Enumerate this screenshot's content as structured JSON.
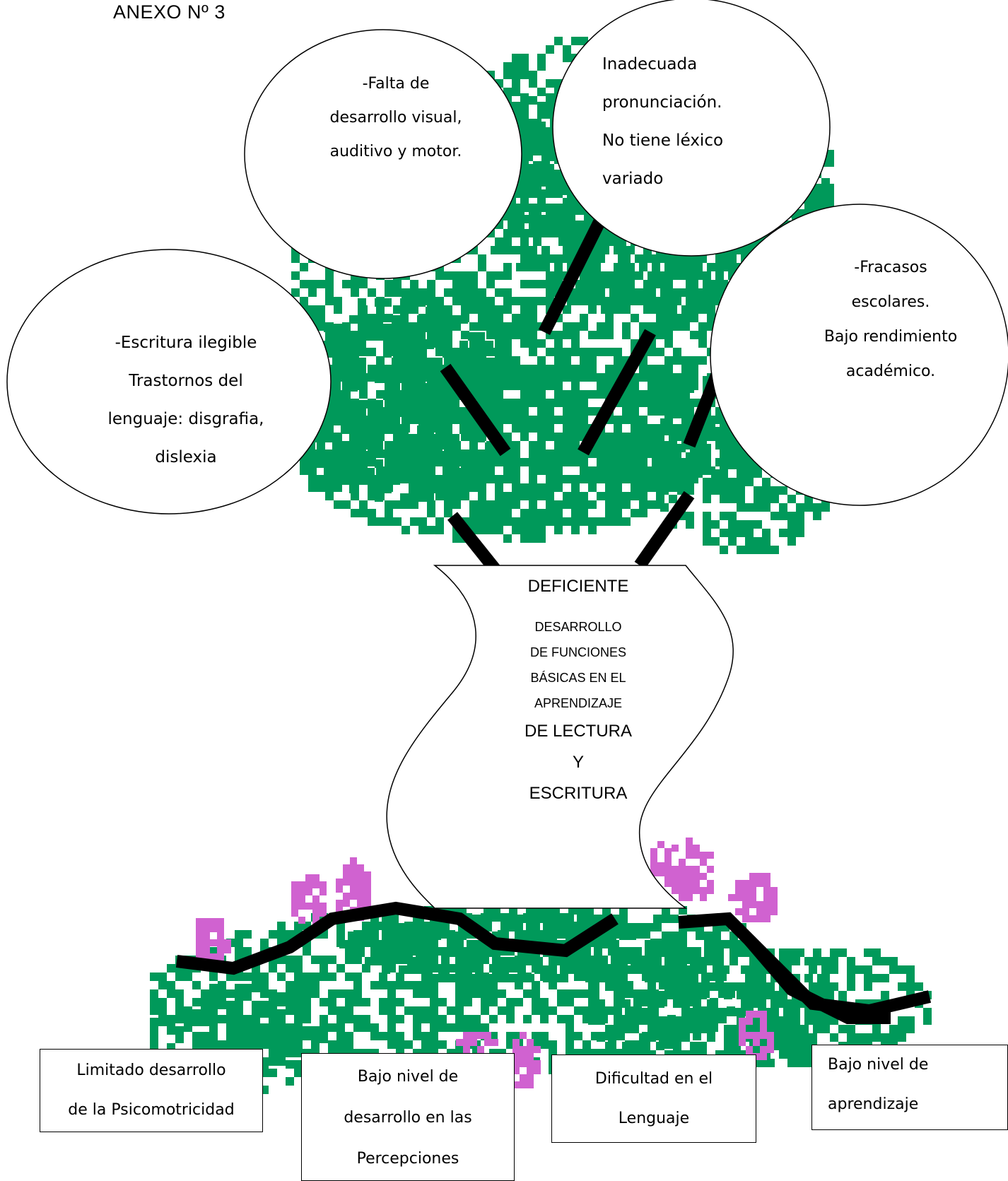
{
  "heading": "ANEXO Nº 3",
  "effects": {
    "top_left": [
      "-Falta de",
      "desarrollo visual,",
      "auditivo y motor."
    ],
    "top_right": [
      "Inadecuada",
      "pronunciación.",
      "No tiene léxico",
      "variado"
    ],
    "left": [
      "-Escritura ilegible",
      "Trastornos del",
      "lenguaje: disgrafia,",
      "dislexia"
    ],
    "right": [
      "-Fracasos",
      "escolares.",
      "Bajo rendimiento",
      "académico."
    ]
  },
  "trunk": {
    "title": "DEFICIENTE",
    "small_lines": [
      "DESARROLLO",
      "DE FUNCIONES",
      "BÁSICAS EN EL",
      "APRENDIZAJE"
    ],
    "big_lines": [
      "DE LECTURA",
      "Y",
      "ESCRITURA"
    ]
  },
  "causes": [
    [
      "Limitado  desarrollo",
      "de la Psicomotricidad"
    ],
    [
      "Bajo nivel de",
      "desarrollo en las",
      "Percepciones"
    ],
    [
      "Dificultad  en el",
      "Lenguaje"
    ],
    [
      "Bajo nivel  de",
      "aprendizaje"
    ]
  ],
  "colors": {
    "foliage": "#00995a",
    "roots_flowers": "#d062d0",
    "branches": "#000000"
  }
}
